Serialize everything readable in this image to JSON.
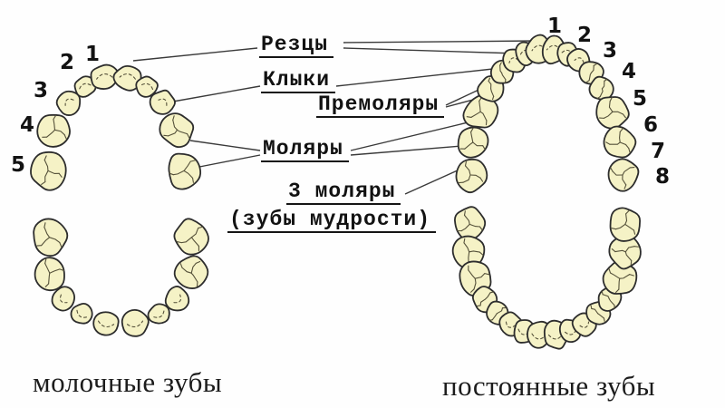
{
  "colors": {
    "background": "#fefefe",
    "tooth_fill": "#f5f2c6",
    "tooth_outline": "#2d2d2d",
    "crack": "#55513a",
    "connector": "#3a3a3a",
    "text": "#121212"
  },
  "labels": {
    "incisors": "Резцы",
    "canines": "Клыки",
    "premolars": "Премоляры",
    "molars": "Моляры",
    "third_molars": "3 моляры",
    "third_molars_note": "(зубы мудрости)"
  },
  "captions": {
    "milk": "молочные зубы",
    "permanent": "постоянные зубы"
  },
  "tooth_numbers": {
    "milk": [
      "1",
      "2",
      "3",
      "4",
      "5"
    ],
    "permanent": [
      "1",
      "2",
      "3",
      "4",
      "5",
      "6",
      "7",
      "8"
    ]
  },
  "arches": {
    "milk_upper_tooth_count": 10,
    "milk_lower_tooth_count": 10,
    "permanent_upper_tooth_count": 16,
    "permanent_lower_tooth_count": 16
  }
}
